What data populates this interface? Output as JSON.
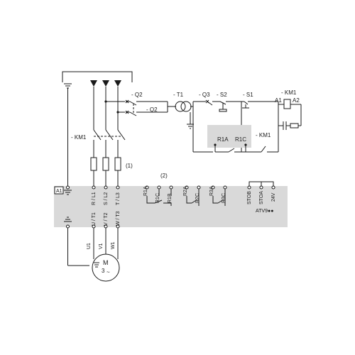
{
  "diagram": {
    "supply": {
      "q2_top": "- Q2",
      "q2_mid": "- Q2",
      "q3": "- Q3",
      "t1": "- T1"
    },
    "control": {
      "s2": "- S2",
      "s1": "- S1",
      "km1_top": "- KM1",
      "km1_a1": "A1",
      "km1_a2": "A2",
      "km1_contact": "- KM1",
      "r1a": "R1A",
      "r1c": "R1C"
    },
    "main": {
      "km1_label": "- KM1",
      "fuse_note": "(1)"
    },
    "drive": {
      "ref": "A1",
      "model": "ATV9●●",
      "relay_note": "(2)",
      "inputs": [
        "R / L1",
        "S / L2",
        "T / L3"
      ],
      "outputs": [
        "U / T1",
        "V / T2",
        "W / T3"
      ],
      "relays": [
        "R1A",
        "R1C",
        "R1B",
        "R2A",
        "R2C",
        "R3A",
        "R3C"
      ],
      "safety": [
        "STOB",
        "STOA",
        "24V"
      ]
    },
    "motor": {
      "symbol": "M",
      "phase": "3",
      "tilde": "~",
      "leads": [
        "U1",
        "V1",
        "W1"
      ]
    }
  }
}
